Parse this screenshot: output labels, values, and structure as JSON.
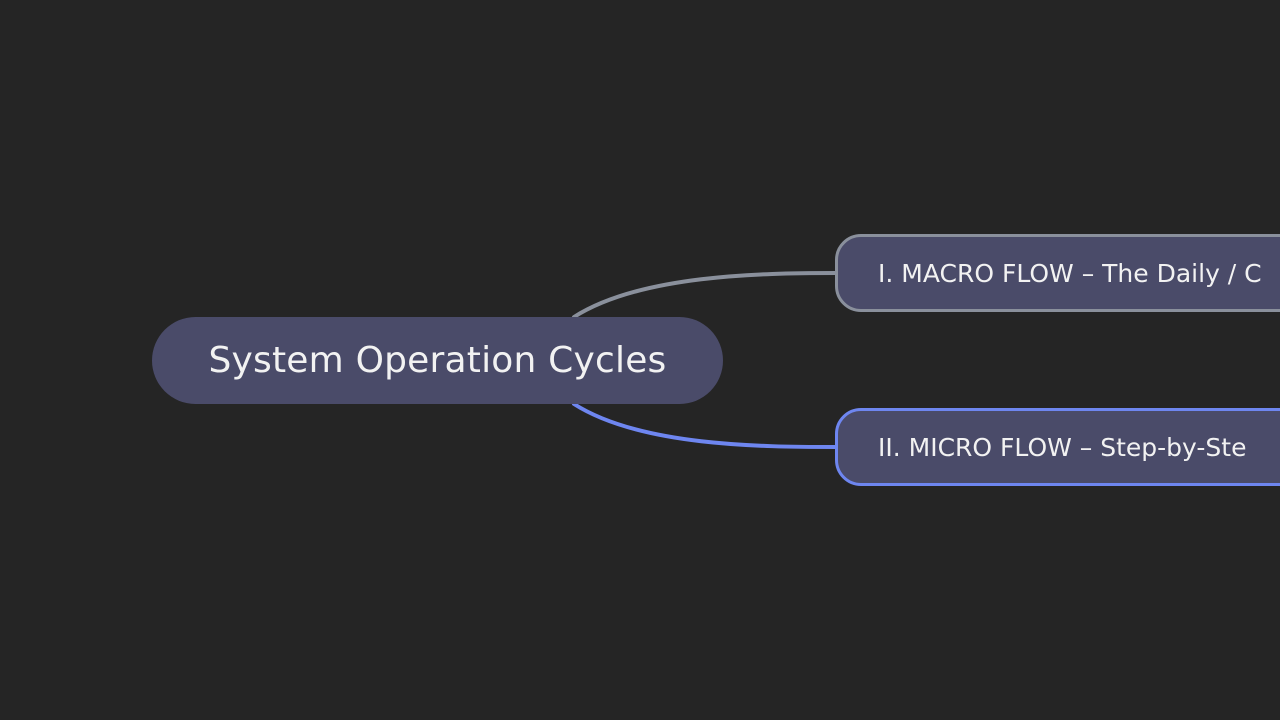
{
  "mindmap": {
    "root": {
      "label": "System Operation Cycles"
    },
    "branches": [
      {
        "label": "I. MACRO FLOW – The Daily / C",
        "color": "#8a909c"
      },
      {
        "label": "II. MICRO FLOW – Step-by-Ste",
        "color": "#6e86f0"
      }
    ]
  },
  "colors": {
    "background": "#252525",
    "node_fill": "#4a4b69",
    "text": "#f2f2f2"
  }
}
